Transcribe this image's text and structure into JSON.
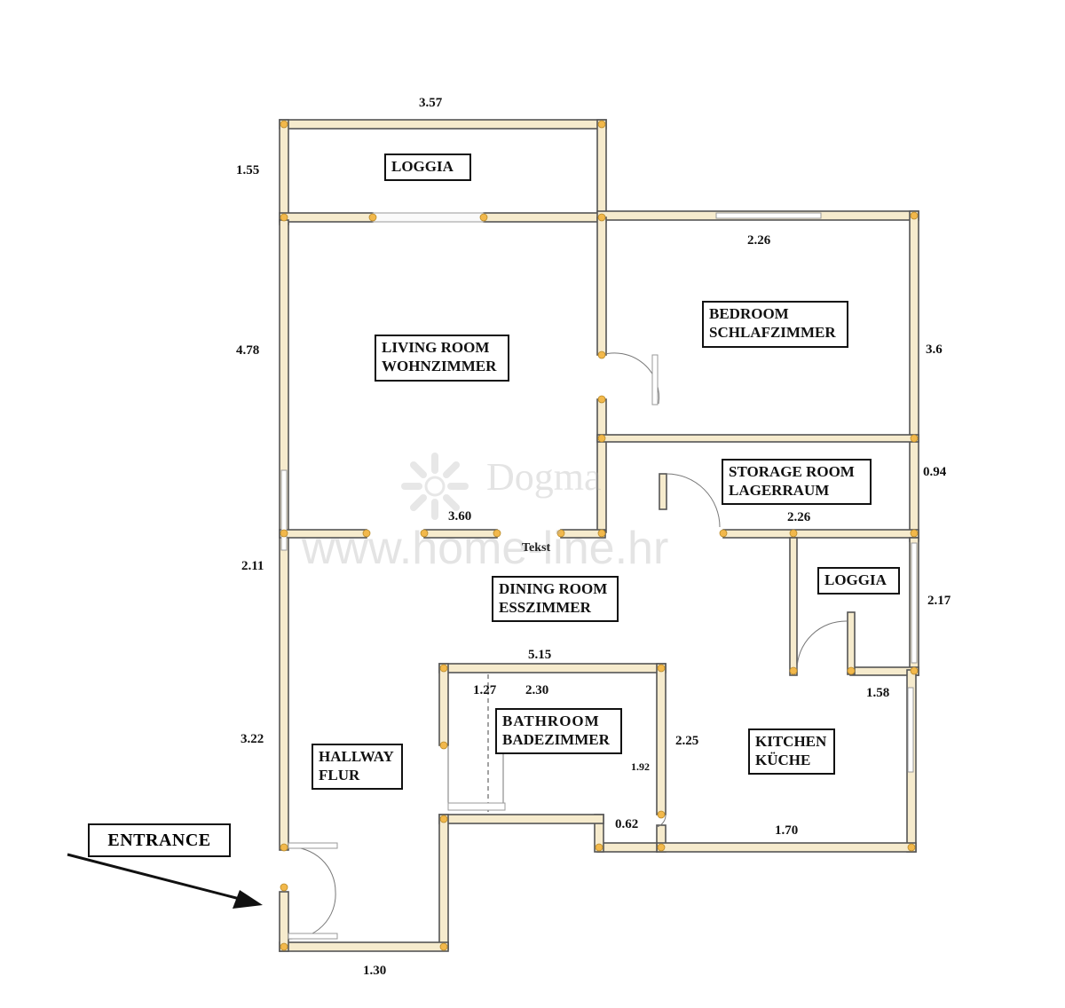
{
  "rooms": {
    "loggia_top": "LOGGIA",
    "living_1": "LIVING ROOM",
    "living_2": "WOHNZIMMER",
    "bedroom_1": "BEDROOM",
    "bedroom_2": "SCHLAFZIMMER",
    "storage_1": "STORAGE ROOM",
    "storage_2": "LAGERRAUM",
    "loggia_right": "LOGGIA",
    "dining_1": "DINING ROOM",
    "dining_2": "ESSZIMMER",
    "bathroom_1": "BATHROOM",
    "bathroom_2": "BADEZIMMER",
    "kitchen_1": "KITCHEN",
    "kitchen_2": "KÜCHE",
    "hallway_1": "HALLWAY",
    "hallway_2": "FLUR"
  },
  "entrance": "ENTRANCE",
  "placeholder_text": "Tekst",
  "dimensions": {
    "top_width": "3.57",
    "loggia_depth": "1.55",
    "living_height": "4.78",
    "bedroom_width": "2.26",
    "bedroom_height": "3.6",
    "storage_height": "0.94",
    "living_width": "3.60",
    "storage_width": "2.26",
    "dining_height": "2.11",
    "loggia_right_height": "2.17",
    "dining_width": "5.15",
    "bath_small": "1.27",
    "bath_width": "2.30",
    "loggia_right_width": "1.58",
    "hallway_height": "3.22",
    "bath_height": "2.25",
    "bath_door": "1.92",
    "niche": "0.62",
    "kitchen_width": "1.70",
    "entrance_width": "1.30"
  },
  "watermark": {
    "brand": "Dogma",
    "url": "www.home-line.hr"
  },
  "colors": {
    "wall_fill": "#f6ebcd",
    "wall_edge": "#555555",
    "node": "#f2b84b",
    "label_border": "#111111"
  }
}
